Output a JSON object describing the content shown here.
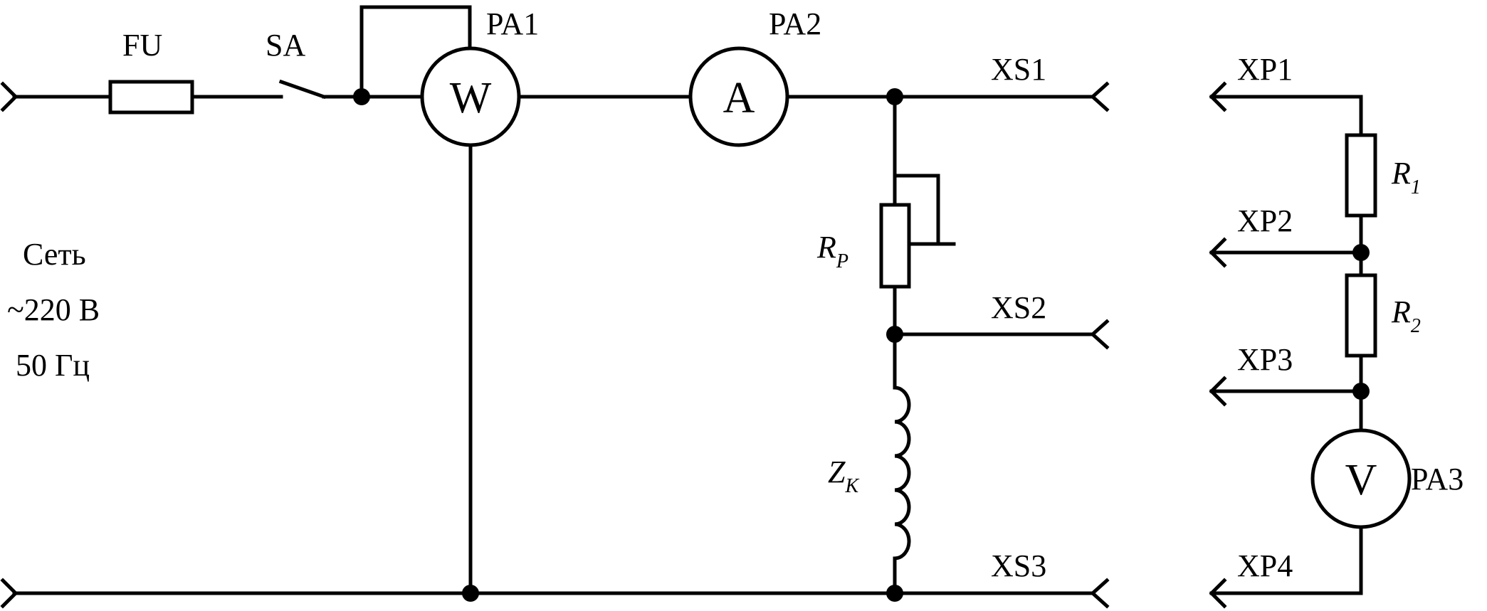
{
  "labels": {
    "fuse": "FU",
    "switch": "SA",
    "wattmeter": "PA1",
    "ammeter": "PA2",
    "voltmeter": "PA3",
    "xs1": "XS1",
    "xs2": "XS2",
    "xs3": "XS3",
    "xp1": "XP1",
    "xp2": "XP2",
    "xp3": "XP3",
    "xp4": "XP4"
  },
  "meter_symbols": {
    "wattmeter": "W",
    "ammeter": "A",
    "voltmeter": "V"
  },
  "component_labels": {
    "rheostat": {
      "main": "R",
      "sub": "P"
    },
    "coil": {
      "main": "Z",
      "sub": "K"
    },
    "r1": {
      "main": "R",
      "sub": "1"
    },
    "r2": {
      "main": "R",
      "sub": "2"
    }
  },
  "source": {
    "line1": "Сеть",
    "line2": "~220 В",
    "line3": "50 Гц"
  }
}
